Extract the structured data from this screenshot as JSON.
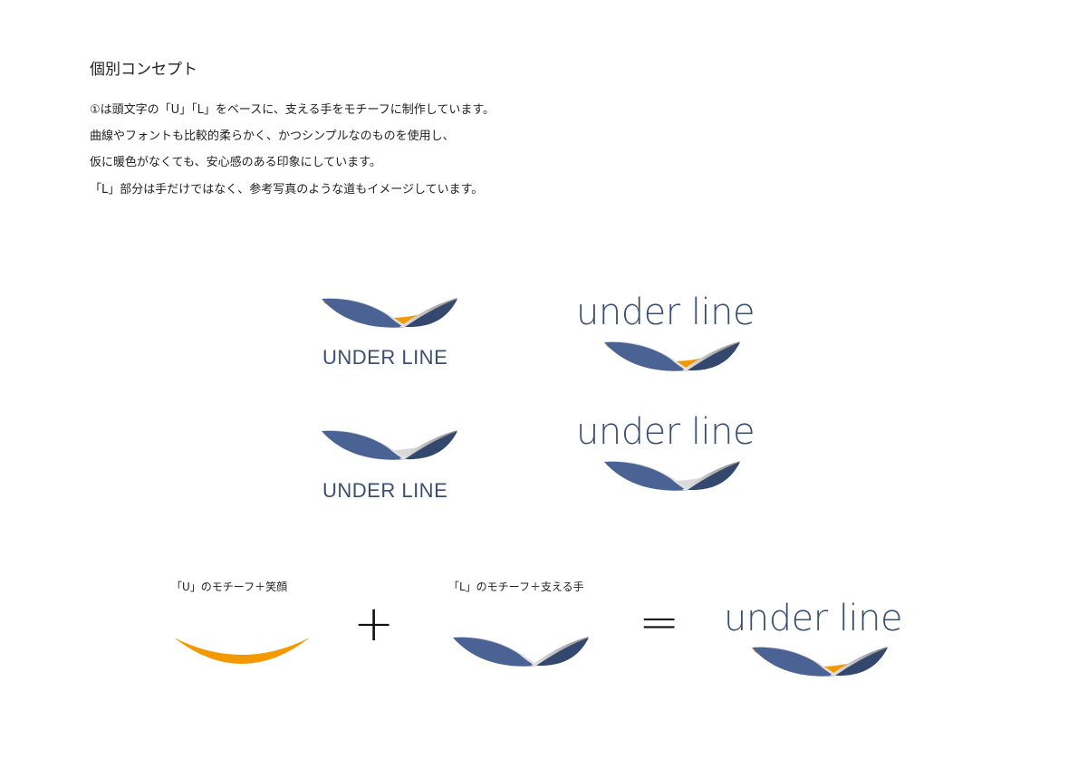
{
  "heading": "個別コンセプト",
  "description": [
    "①は頭文字の「U」「L」をベースに、支える手をモチーフに制作しています。",
    "曲線やフォントも比較的柔らかく、かつシンプルなのものを使用し、",
    "仮に暖色がなくても、安心感のある印象にしています。",
    "「L」部分は手だけではなく、参考写真のような道もイメージしています。"
  ],
  "logos": {
    "caps_wordmark": "UNDER LINE",
    "lower_wordmark": "under line"
  },
  "composition": {
    "u_caption": "「U」のモチーフ＋笑顔",
    "l_caption": "「L」のモチーフ＋支える手",
    "plus": "+",
    "equals": "="
  },
  "colors": {
    "orange": "#f39800",
    "blue": "#4a6394",
    "dark_blue": "#34486e",
    "gray": "#d6d6d6",
    "text_blue": "#3b4f72"
  }
}
